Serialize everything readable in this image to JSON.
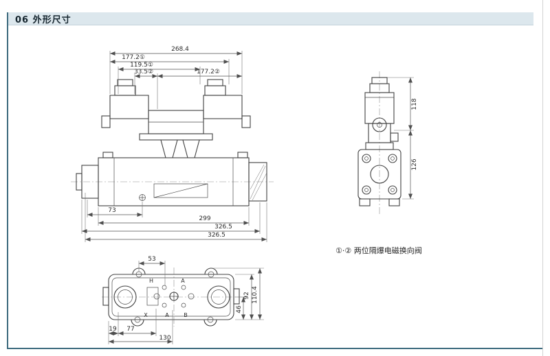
{
  "colors": {
    "accent": "#3d6b7e",
    "header_bg": "#dce7ed"
  },
  "header": {
    "title": "06 外形尺寸"
  },
  "note": {
    "text": "①·② 两位隔爆电磁换向阀"
  },
  "front_view": {
    "dim_overall_width": "268.4",
    "dim_177_sol1": "177.2①",
    "dim_119_sol1": "119.5①",
    "dim_33_sol2": "33.5②",
    "dim_177_sol2": "177.2②",
    "dim_73": "73",
    "dim_299": "299",
    "dim_326_upper": "326.5",
    "dim_326_lower": "326.5"
  },
  "side_view": {
    "dim_118": "118",
    "dim_126": "126"
  },
  "top_view": {
    "dim_53": "53",
    "dim_46": "46",
    "dim_92": "92",
    "dim_110": "110.4",
    "dim_19": "19",
    "dim_77": "77",
    "dim_130": "130",
    "port_h": "H",
    "port_a_top": "A",
    "port_x": "X",
    "port_a_bottom": "A",
    "port_b": "B"
  }
}
